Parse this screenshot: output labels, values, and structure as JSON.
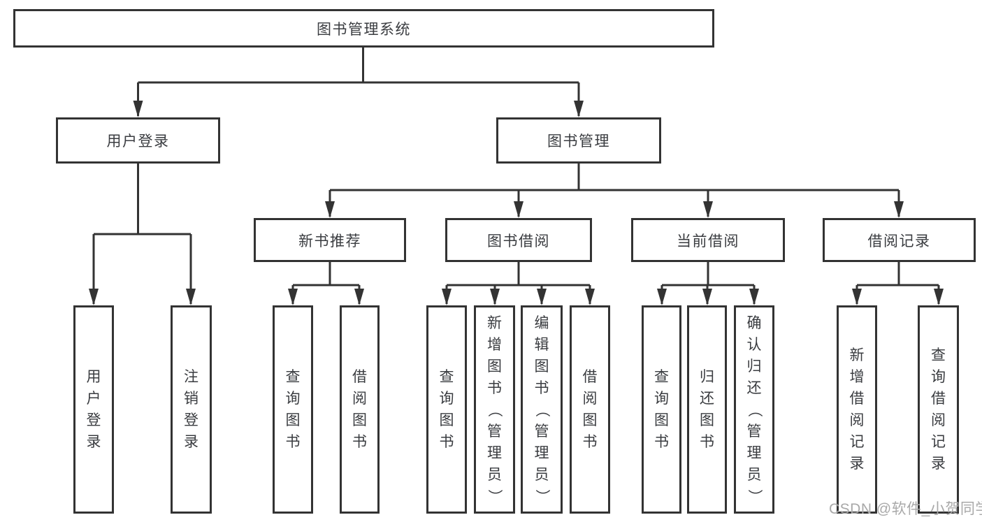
{
  "tree": {
    "root": {
      "label": "图书管理系统"
    },
    "branches": [
      {
        "label": "用户登录",
        "children": [
          {
            "label": "用户登录"
          },
          {
            "label": "注销登录"
          }
        ]
      },
      {
        "label": "图书管理",
        "children": [
          {
            "label": "新书推荐",
            "children": [
              {
                "label": "查询图书"
              },
              {
                "label": "借阅图书"
              }
            ]
          },
          {
            "label": "图书借阅",
            "children": [
              {
                "label": "查询图书"
              },
              {
                "label": "新增图书（管理员）"
              },
              {
                "label": "编辑图书（管理员）"
              },
              {
                "label": "借阅图书"
              }
            ]
          },
          {
            "label": "当前借阅",
            "children": [
              {
                "label": "查询图书"
              },
              {
                "label": "归还图书"
              },
              {
                "label": "确认归还（管理员）"
              }
            ]
          },
          {
            "label": "借阅记录",
            "children": [
              {
                "label": "新增借阅记录"
              },
              {
                "label": "查询借阅记录"
              }
            ]
          }
        ]
      }
    ]
  },
  "watermark": "CSDN @软件_小贺同学",
  "colors": {
    "line": "#333333",
    "text": "#3a3c40",
    "bg": "#ffffff",
    "watermark": "#a9a9a9"
  }
}
